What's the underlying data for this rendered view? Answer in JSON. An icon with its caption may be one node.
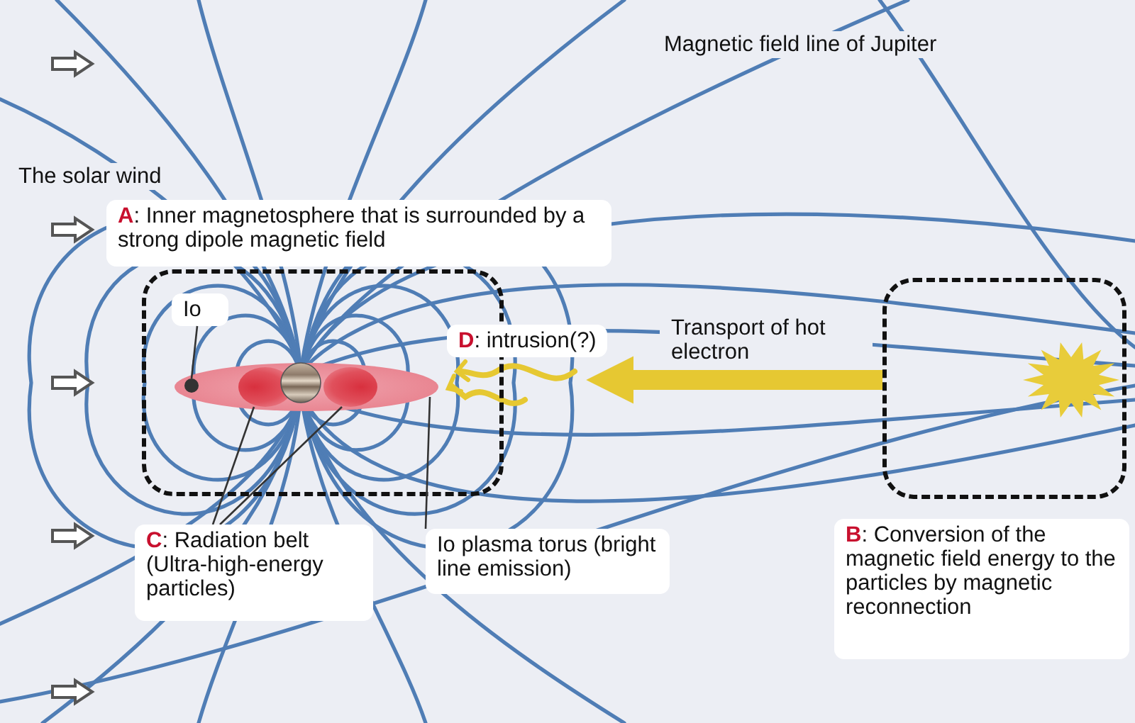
{
  "diagram": {
    "nodes": [
      {
        "text": [
          "**A**: Inner magnetosphere that is surrounded by a strong dipole magnetic field"
        ]
      },
      {
        "text": [
          "Io"
        ],
        "in": 0
      },
      {
        "text": [],
        "shape": "picture",
        "in": 0
      },
      {
        "text": [],
        "shape": "circle",
        "in": 2
      },
      {
        "text": [],
        "shape": "picture",
        "in": 2
      },
      {
        "text": [],
        "shape": "picture",
        "in": 2
      },
      {
        "text": [
          "**B**: Conversion of the magnetic field energy to the particles by magnetic reconnection"
        ]
      },
      {
        "text": [
          "**C**: Radiation belt (Ultra-high-energy particles)"
        ]
      },
      {
        "text": [
          "Io plasma torus (bright line emission)"
        ]
      }
    ],
    "edges": [
      {
        "from": 1,
        "to": 3,
        "arrow": "none"
      },
      {
        "from": 7,
        "to": 4,
        "arrow": "none"
      },
      {
        "from": 7,
        "to": 5,
        "arrow": "none"
      },
      {
        "from": 8,
        "to": 2,
        "arrow": "none"
      },
      {
        "from": 6,
        "to": null,
        "arrow": "to",
        "label": "Transport of hot electron",
        "style": "thick",
        "color": "#e6c832"
      }
    ],
    "labels": [
      "Magnetic field line of Jupiter",
      "The solar wind",
      "**D**: intrusion(?)"
    ]
  }
}
